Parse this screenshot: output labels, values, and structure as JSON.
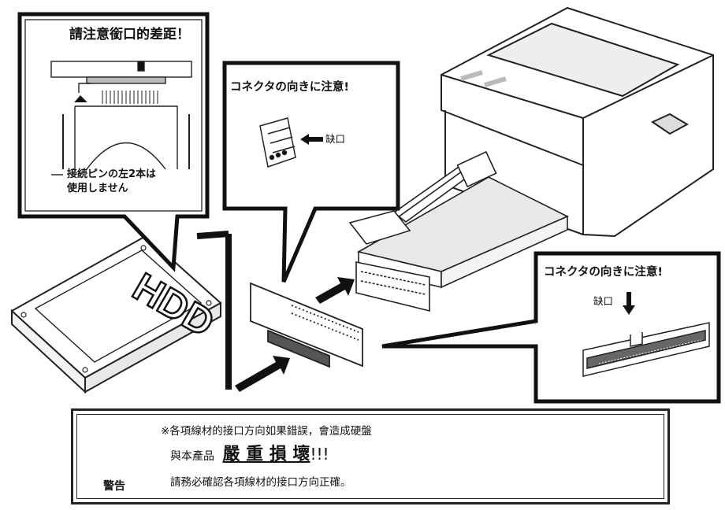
{
  "callout_top_left": {
    "title": "請注意銜口的差距！",
    "pin_note_line1": "接続ピンの左2本は",
    "pin_note_line2": "使用しません"
  },
  "callout_middle": {
    "title": "コネクタの向きに注意!",
    "notch_label": "缺口"
  },
  "callout_right": {
    "title": "コネクタの向きに注意!",
    "notch_label": "缺口"
  },
  "hdd_label": "HDD",
  "warning": {
    "icon_label": "警告",
    "line1": "※各項線材的接口方向如果錯誤，會造成硬盤",
    "line2_prefix": "與本產品",
    "line2_emphasis": "嚴 重 損 壞",
    "line2_suffix": "!!!",
    "line3": "請務必確認各項線材的接口方向正確。"
  }
}
